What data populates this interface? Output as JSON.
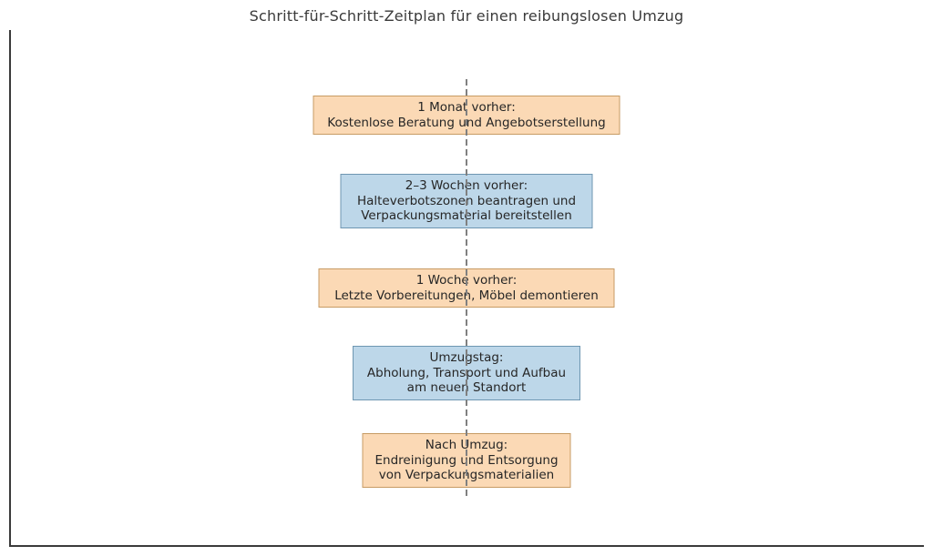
{
  "title": "Schritt-für-Schritt-Zeitplan für einen reibungslosen Umzug",
  "palette": {
    "background": "#FFFFFF",
    "orange_fill": "#FBD9B5",
    "orange_edge": "#C79B64",
    "blue_fill": "#BDD7E9",
    "blue_edge": "#6E96B1",
    "timeline_line": "#808080",
    "axis_line": "#3A3A3A",
    "text": "#262626"
  },
  "timeline": {
    "boxes": [
      {
        "type": "orange",
        "label": "1 Monat vorher:\nKostenlose Beratung und Angebotserstellung"
      },
      {
        "type": "blue",
        "label": "2–3 Wochen vorher:\nHalteverbotszonen beantragen und\nVerpackungsmaterial bereitstellen"
      },
      {
        "type": "orange",
        "label": "1 Woche vorher:\nLetzte Vorbereitungen, Möbel demontieren"
      },
      {
        "type": "blue",
        "label": "Umzugstag:\nAbholung, Transport und Aufbau\nam neuen Standort"
      },
      {
        "type": "orange",
        "label": "Nach Umzug:\nEndreinigung und Entsorgung\nvon Verpackungsmaterialien"
      }
    ]
  }
}
